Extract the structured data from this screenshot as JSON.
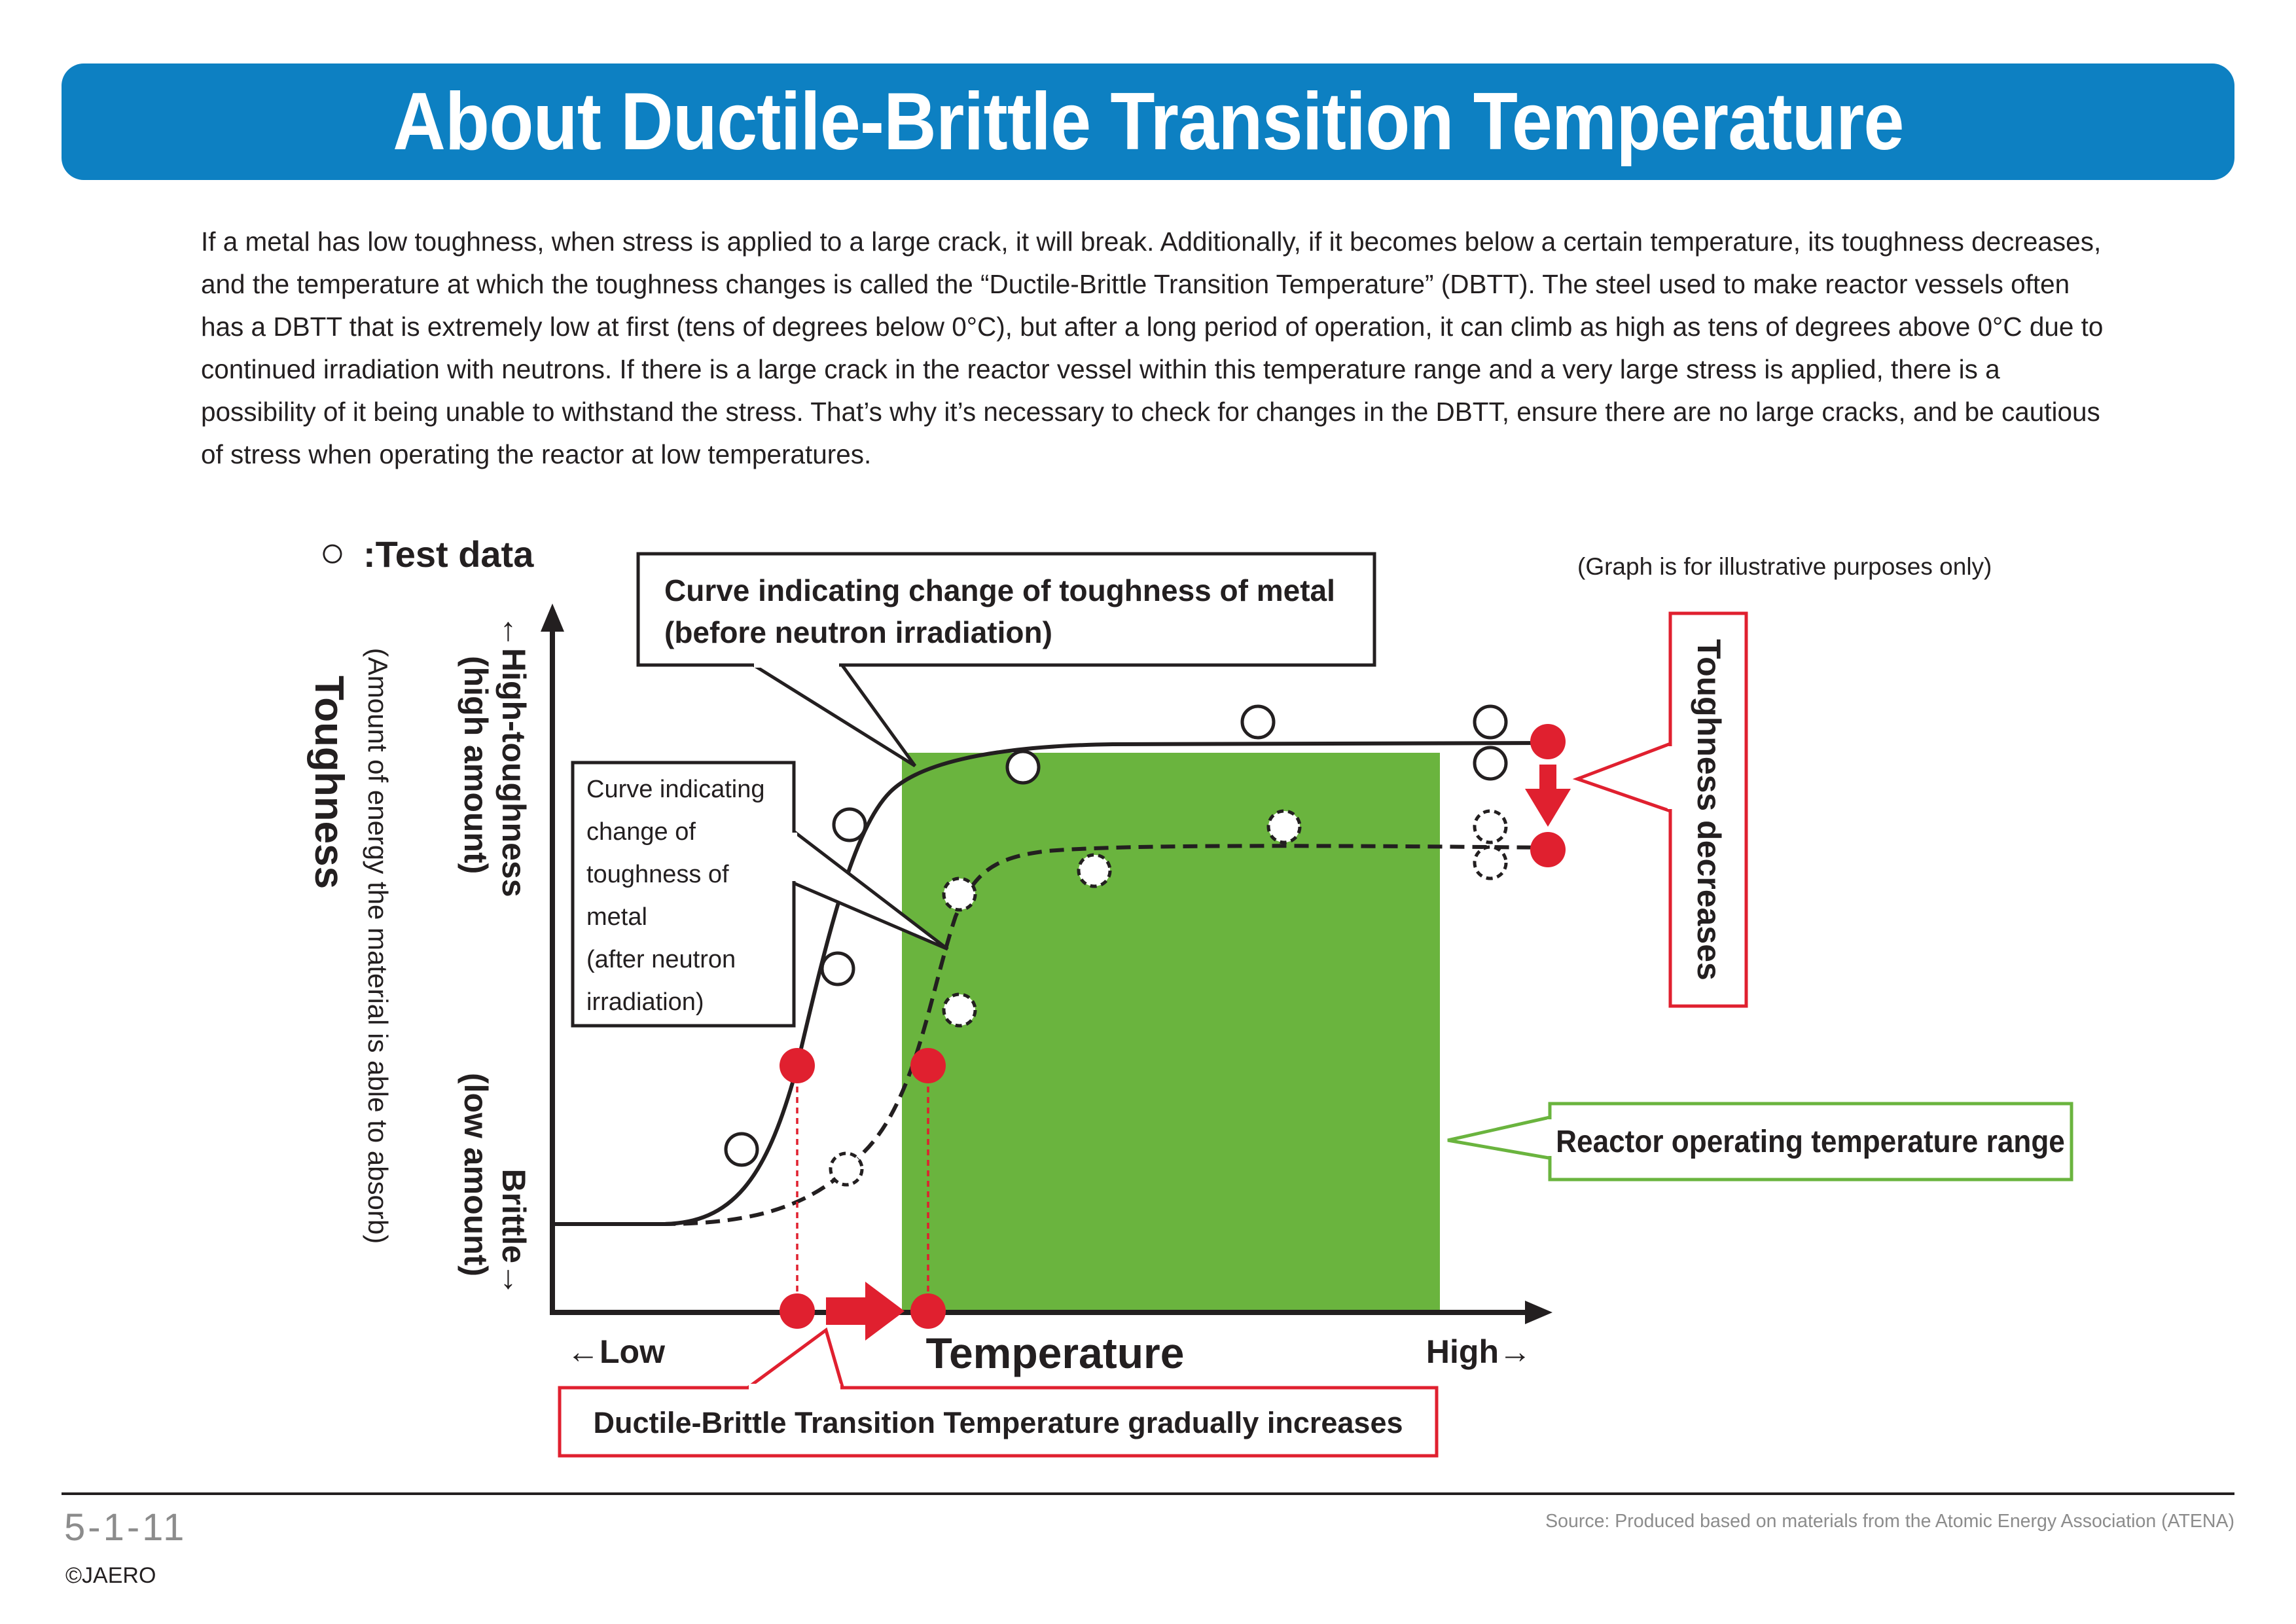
{
  "title": "About Ductile-Brittle Transition Temperature",
  "intro": "If a metal has low toughness, when stress is applied to a large crack, it will break. Additionally, if it becomes below a certain temperature, its toughness decreases, and the temperature at which the toughness changes is called the “Ductile-Brittle Transition Temperature” (DBTT). The steel used to make reactor vessels often has a DBTT that is extremely low at first (tens of degrees below 0°C), but after a long period of operation, it can climb as high as tens of degrees above 0°C due to continued irradiation with neutrons. If there is a large crack in the reactor vessel within this temperature range and a very large stress is applied, there is a possibility of it being unable to withstand the stress. That’s why it’s necessary to check for changes in the DBTT, ensure there are no large cracks, and be cautious of stress when operating the reactor at low temperatures.",
  "legend": {
    "symbol": "○",
    "label": ":Test data"
  },
  "note": "(Graph is for illustrative purposes only)",
  "y_axis": {
    "title": "Toughness",
    "subtitle": "(Amount of energy the material is able to absorb)",
    "high_label": "←High-toughness",
    "high_sub": "(high amount)",
    "low_label": "Brittle→",
    "low_sub": "(low amount)"
  },
  "x_axis": {
    "title": "Temperature",
    "low_label": "←Low",
    "high_label": "High→"
  },
  "callouts": {
    "before": [
      "Curve indicating change of toughness of metal",
      "(before neutron irradiation)"
    ],
    "after": [
      "Curve indicating",
      "change of",
      "toughness of",
      "metal",
      "(after neutron",
      "irradiation)"
    ],
    "operating_range": "Reactor operating temperature range",
    "toughness_decreases": "Toughness decreases",
    "dbtt_increases": "Ductile-Brittle Transition Temperature gradually increases"
  },
  "colors": {
    "banner": "#0d80c2",
    "operating_range_fill": "#6ab43e",
    "operating_range_border": "#6ab43e",
    "highlight_red": "#e0202f",
    "text": "#231f20"
  },
  "footer": {
    "page_number": "5-1-11",
    "copyright": "©JAERO",
    "source": "Source: Produced based on materials from the Atomic Energy Association (ATENA)"
  }
}
